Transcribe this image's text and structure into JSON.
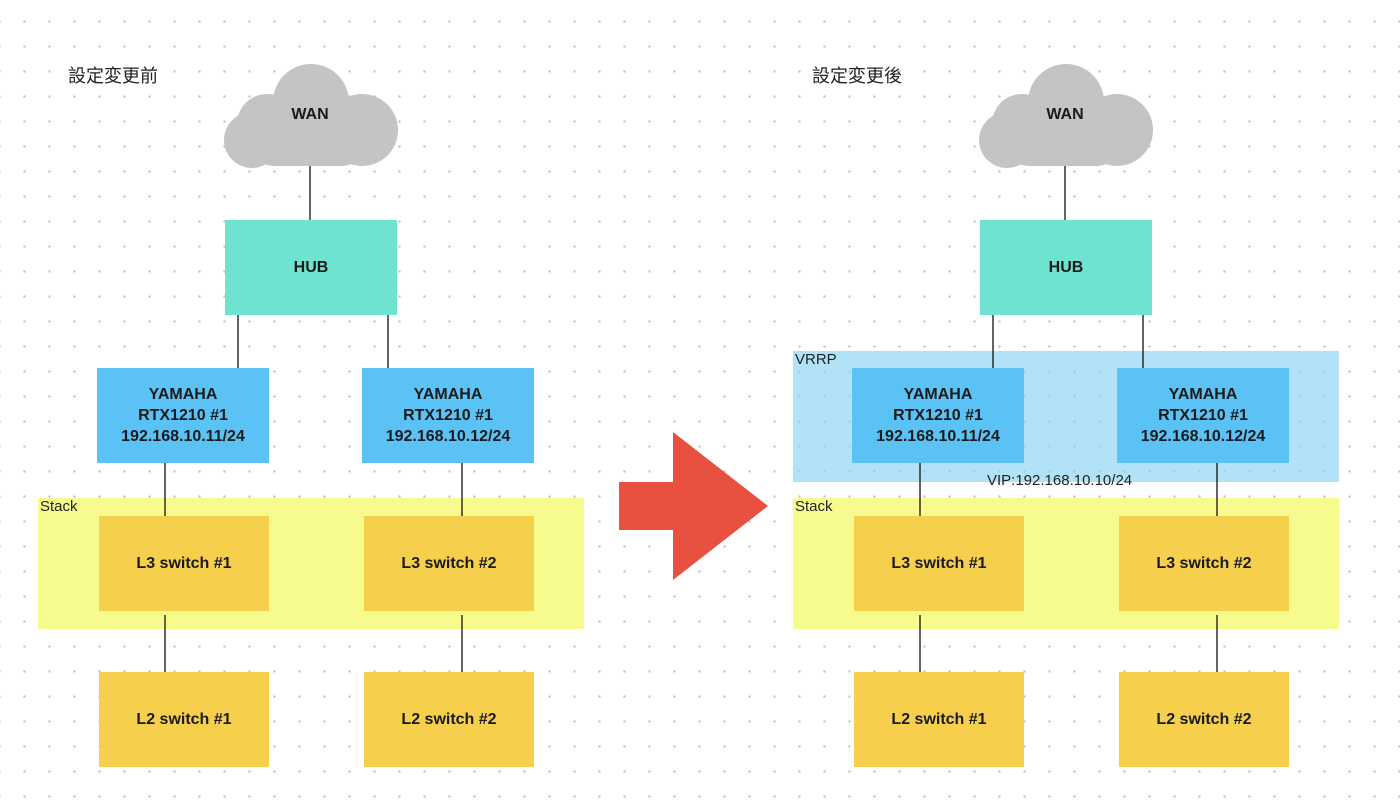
{
  "colors": {
    "hub": "#6ee3d0",
    "router": "#5bc2f5",
    "switch": "#f6cf4c",
    "stack_group": "#f7fb8e",
    "vrrp_group": "#a9def4",
    "cloud": "#c4c4c4",
    "arrow": "#e85040"
  },
  "transition_arrow_icon": "right-arrow-icon",
  "before": {
    "title": "設定変更前",
    "wan_label": "WAN",
    "hub_label": "HUB",
    "stack_label": "Stack",
    "router1": {
      "line1": "YAMAHA",
      "line2": "RTX1210 #1",
      "line3": "192.168.10.11/24"
    },
    "router2": {
      "line1": "YAMAHA",
      "line2": "RTX1210 #1",
      "line3": "192.168.10.12/24"
    },
    "l3_switch1": "L3 switch #1",
    "l3_switch2": "L3 switch #2",
    "l2_switch1": "L2 switch #1",
    "l2_switch2": "L2 switch #2"
  },
  "after": {
    "title": "設定変更後",
    "wan_label": "WAN",
    "hub_label": "HUB",
    "vrrp_label": "VRRP",
    "vip_label": "VIP:192.168.10.10/24",
    "stack_label": "Stack",
    "router1": {
      "line1": "YAMAHA",
      "line2": "RTX1210 #1",
      "line3": "192.168.10.11/24"
    },
    "router2": {
      "line1": "YAMAHA",
      "line2": "RTX1210 #1",
      "line3": "192.168.10.12/24"
    },
    "l3_switch1": "L3 switch #1",
    "l3_switch2": "L3 switch #2",
    "l2_switch1": "L2 switch #1",
    "l2_switch2": "L2 switch #2"
  }
}
